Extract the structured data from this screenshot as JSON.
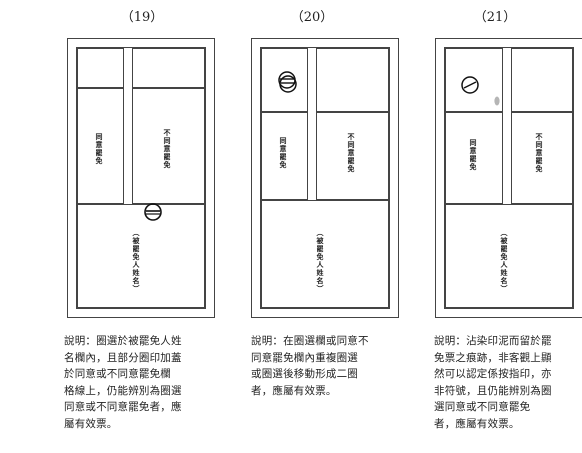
{
  "figures": [
    {
      "number": "（19）",
      "agree_label": "同意罷免",
      "disagree_label": "不同意罷免",
      "name_label": "（被罷免人姓名）",
      "stamp_icon": "circled-ballot-stamp-icon",
      "caption": "說明：圈選於被罷免人姓\n名欄內，且部分圈印加蓋\n於同意或不同意罷免欄\n格線上，仍能辨別為圈選\n同意或不同意罷免者，應\n屬有效票。"
    },
    {
      "number": "（20）",
      "agree_label": "同意罷免",
      "disagree_label": "不同意罷免",
      "name_label": "（被罷免人姓名）",
      "stamp_icon": "double-stamp-icon",
      "caption": "說明：在圈選欄或同意不\n同意罷免欄內重複圈選\n或圈選後移動形成二圈\n者，應屬有效票。"
    },
    {
      "number": "（21）",
      "agree_label": "同意罷免",
      "disagree_label": "不同意罷免",
      "name_label": "（被罷免人姓名）",
      "stamp_icon": "stamp-with-ink-smudge-icon",
      "caption": "說明：沾染印泥而留於罷\n免票之痕跡，非客觀上顯\n然可以認定係按指印，亦\n非符號，且仍能辨別為圈\n選同意或不同意罷免\n者，應屬有效票。"
    }
  ]
}
